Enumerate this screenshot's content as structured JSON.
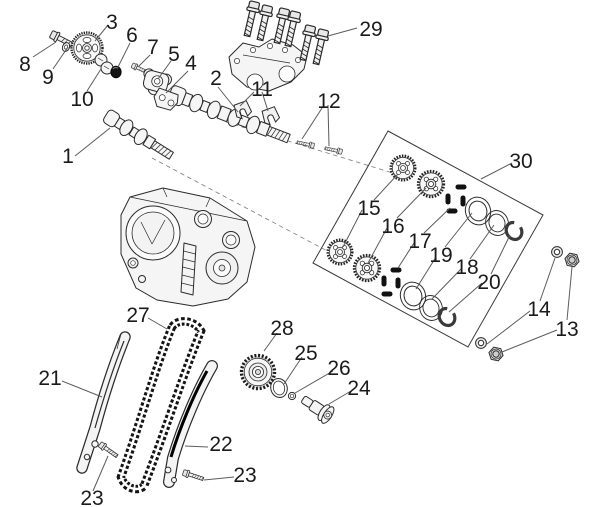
{
  "colors": {
    "background": "#ffffff",
    "line": "#2b2b2b",
    "label": "#1b1b1b",
    "dark_part": "#141414"
  },
  "callouts": {
    "n1": "1",
    "n2": "2",
    "n3": "3",
    "n4": "4",
    "n5": "5",
    "n6": "6",
    "n7": "7",
    "n8": "8",
    "n9": "9",
    "n10": "10",
    "n11": "11",
    "n12": "12",
    "n13": "13",
    "n14": "14",
    "n15": "15",
    "n16": "16",
    "n17": "17",
    "n18": "18",
    "n19": "19",
    "n20": "20",
    "n21": "21",
    "n22": "22",
    "n23a": "23",
    "n23b": "23",
    "n24": "24",
    "n25": "25",
    "n26": "26",
    "n27": "27",
    "n28": "28",
    "n29": "29",
    "n30": "30"
  }
}
